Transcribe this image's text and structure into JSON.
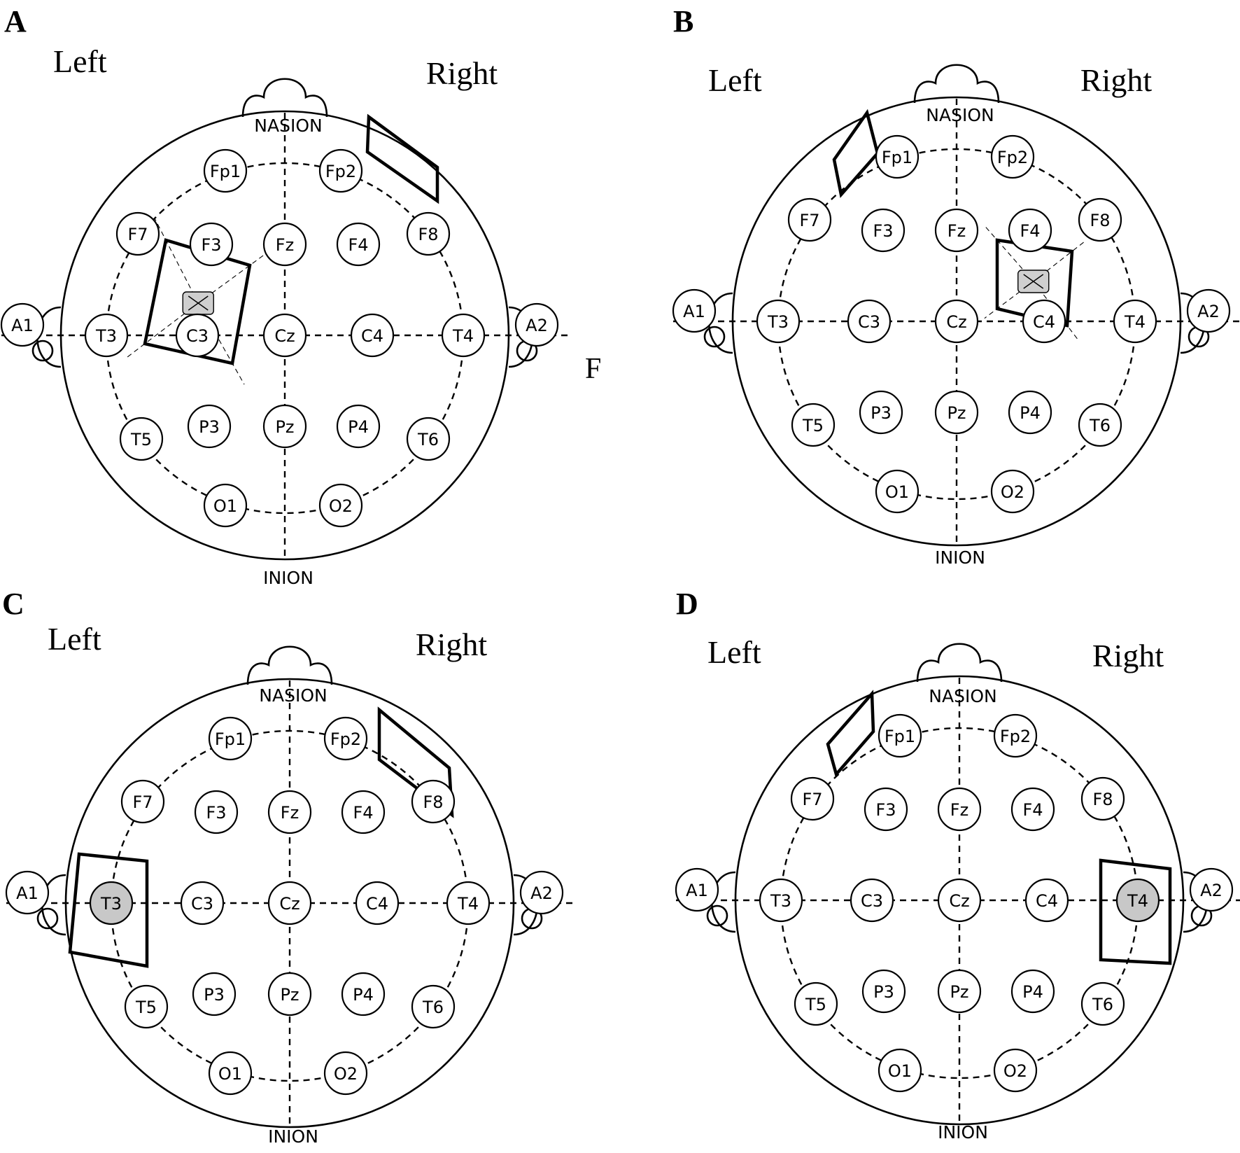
{
  "stray_label": "F",
  "panels": [
    {
      "letter": "A",
      "left_label": "Left",
      "right_label": "Right",
      "nasion": "NASION",
      "inion": "INION",
      "highlighted_electrode": "",
      "electrodes": [
        "Fp1",
        "Fp2",
        "F7",
        "F3",
        "Fz",
        "F4",
        "F8",
        "A1",
        "T3",
        "C3",
        "Cz",
        "C4",
        "T4",
        "A2",
        "T5",
        "P3",
        "Pz",
        "P4",
        "T6",
        "O1",
        "O2"
      ]
    },
    {
      "letter": "B",
      "left_label": "Left",
      "right_label": "Right",
      "nasion": "NASION",
      "inion": "INION",
      "highlighted_electrode": "",
      "electrodes": [
        "Fp1",
        "Fp2",
        "F7",
        "F3",
        "Fz",
        "F4",
        "F8",
        "A1",
        "T3",
        "C3",
        "Cz",
        "C4",
        "T4",
        "A2",
        "T5",
        "P3",
        "Pz",
        "P4",
        "T6",
        "O1",
        "O2"
      ]
    },
    {
      "letter": "C",
      "left_label": "Left",
      "right_label": "Right",
      "nasion": "NASION",
      "inion": "INION",
      "highlighted_electrode": "T3",
      "electrodes": [
        "Fp1",
        "Fp2",
        "F7",
        "F3",
        "Fz",
        "F4",
        "F8",
        "A1",
        "T3",
        "C3",
        "Cz",
        "C4",
        "T4",
        "A2",
        "T5",
        "P3",
        "Pz",
        "P4",
        "T6",
        "O1",
        "O2"
      ]
    },
    {
      "letter": "D",
      "left_label": "Left",
      "right_label": "Right",
      "nasion": "NASION",
      "inion": "INION",
      "highlighted_electrode": "T4",
      "electrodes": [
        "Fp1",
        "Fp2",
        "F7",
        "F3",
        "Fz",
        "F4",
        "F8",
        "A1",
        "T3",
        "C3",
        "Cz",
        "C4",
        "T4",
        "A2",
        "T5",
        "P3",
        "Pz",
        "P4",
        "T6",
        "O1",
        "O2"
      ]
    }
  ],
  "colors": {
    "line": "#000000",
    "highlight_fill": "#c8c8c8",
    "background": "#ffffff"
  }
}
